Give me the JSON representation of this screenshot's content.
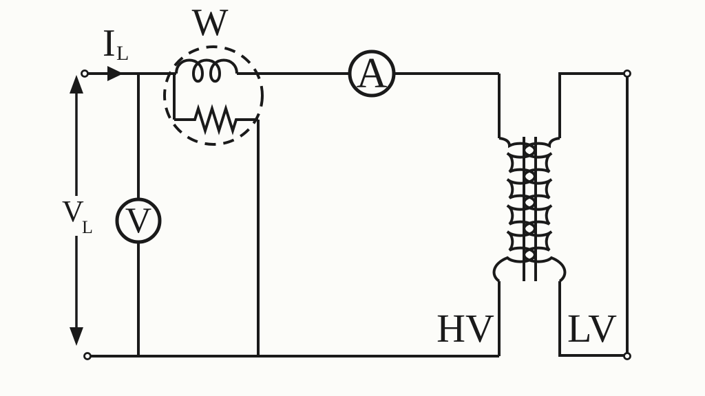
{
  "colors": {
    "ink": "#1a1a1a",
    "background": "#fcfcf9"
  },
  "diagram": {
    "type": "circuit",
    "description": "Transformer short-circuit test circuit",
    "labels": {
      "wattmeter": "W",
      "ammeter": "A",
      "voltmeter": "V",
      "line_current_base": "I",
      "line_current_sub": "L",
      "line_voltage_base": "V",
      "line_voltage_sub": "L",
      "hv_winding": "HV",
      "lv_winding": "LV"
    }
  }
}
